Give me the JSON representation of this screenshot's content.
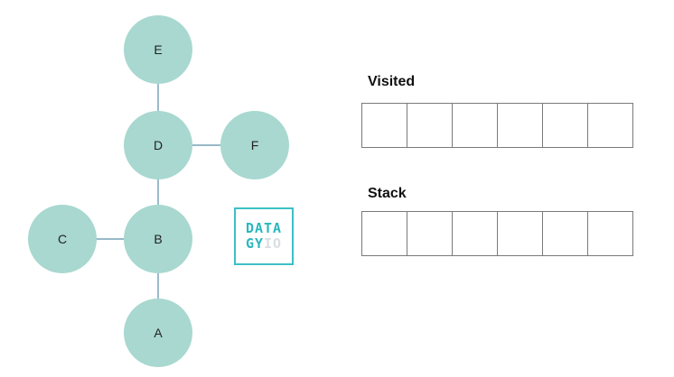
{
  "nodes": [
    {
      "id": "E",
      "label": "E"
    },
    {
      "id": "D",
      "label": "D"
    },
    {
      "id": "F",
      "label": "F"
    },
    {
      "id": "B",
      "label": "B"
    },
    {
      "id": "C",
      "label": "C"
    },
    {
      "id": "A",
      "label": "A"
    }
  ],
  "edges": [
    {
      "from": "E",
      "to": "D"
    },
    {
      "from": "D",
      "to": "F"
    },
    {
      "from": "D",
      "to": "B"
    },
    {
      "from": "C",
      "to": "B"
    },
    {
      "from": "B",
      "to": "A"
    }
  ],
  "visited": {
    "title": "Visited",
    "slots": [
      "",
      "",
      "",
      "",
      "",
      ""
    ]
  },
  "stack": {
    "title": "Stack",
    "slots": [
      "",
      "",
      "",
      "",
      "",
      ""
    ]
  },
  "logo": {
    "line1": "DATA",
    "line2_accent": "GY",
    "line2_faded": "IO"
  },
  "colors": {
    "node_fill": "#a8d8d0",
    "edge": "#5b8fa8",
    "logo_accent": "#2bb8bd"
  }
}
